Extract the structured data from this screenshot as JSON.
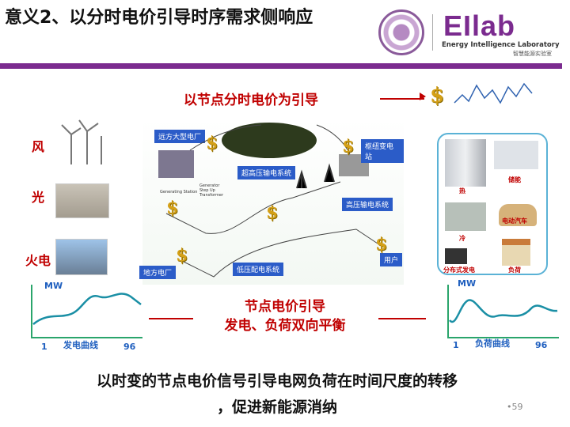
{
  "title": "意义2、以分时电价引导时序需求侧响应",
  "logo": {
    "brand": "EIlab",
    "english": "Energy Intelligence Laboratory",
    "chinese": "智慧能源实验室"
  },
  "headline": "以节点分时电价为引导",
  "left_labels": [
    "风",
    "光",
    "火电"
  ],
  "grid_tags": {
    "remote_plant": "远方大型电厂",
    "ehv": "超高压输电系统",
    "hub": "枢纽变电站",
    "hv": "高压输电系统",
    "local_plant": "地方电厂",
    "lv": "低压配电系统",
    "user": "用户",
    "gen_station": "Generating Station",
    "transformer": "Generator Step Up Transformer"
  },
  "load_items": [
    "热",
    "储能",
    "冷",
    "电动汽车",
    "分布式发电",
    "负荷"
  ],
  "center": {
    "line1": "节点电价引导",
    "line2": "发电、负荷双向平衡"
  },
  "gen_curve": {
    "ylabel": "MW",
    "xlabel": "发电曲线",
    "x_start": "1",
    "x_end": "96"
  },
  "load_curve": {
    "ylabel": "MW",
    "xlabel": "负荷曲线",
    "x_start": "1",
    "x_end": "96"
  },
  "bottom": {
    "line1": "以时变的节点电价信号引导电网负荷在时间尺度的转移",
    "line2": "，促进新能源消纳"
  },
  "page": "•59",
  "colors": {
    "accent": "#7b2b8f",
    "red": "#c00000",
    "blue": "#1f5fbf"
  }
}
